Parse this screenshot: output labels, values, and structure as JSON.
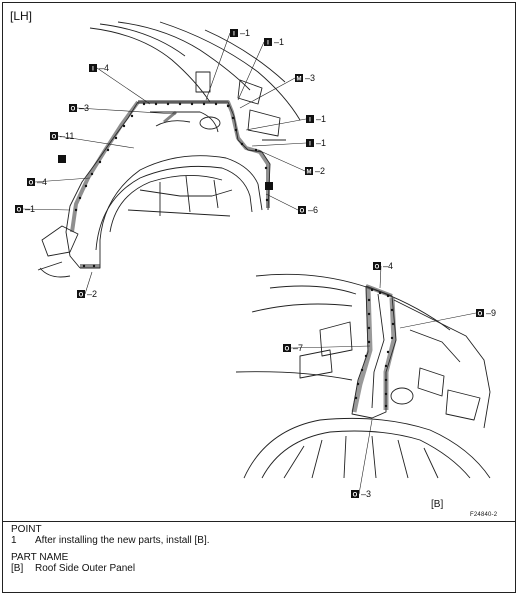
{
  "side_label": "[LH]",
  "figure_id": "F24840-2",
  "callouts_upper": [
    {
      "code": "I",
      "num": "1"
    },
    {
      "code": "I",
      "num": "1"
    },
    {
      "code": "I",
      "num": "4"
    },
    {
      "code": "M",
      "num": "3"
    },
    {
      "code": "O",
      "num": "3"
    },
    {
      "code": "I",
      "num": "1"
    },
    {
      "code": "O",
      "num": "11"
    },
    {
      "code": "I",
      "num": "1"
    },
    {
      "code": "M",
      "num": "2"
    },
    {
      "code": "O",
      "num": "4"
    },
    {
      "code": "O",
      "num": "1"
    },
    {
      "code": "O",
      "num": "6"
    },
    {
      "code": "O",
      "num": "2"
    }
  ],
  "callouts_lower": [
    {
      "code": "O",
      "num": "4"
    },
    {
      "code": "O",
      "num": "9"
    },
    {
      "code": "O",
      "num": "7"
    },
    {
      "code": "O",
      "num": "3"
    }
  ],
  "part_marker": "[B]",
  "notes": {
    "point_heading": "POINT",
    "point_num": "1",
    "point_text": "After installing the new parts, install [B].",
    "part_heading": "PART NAME",
    "part_key": "[B]",
    "part_text": "Roof Side Outer Panel"
  }
}
